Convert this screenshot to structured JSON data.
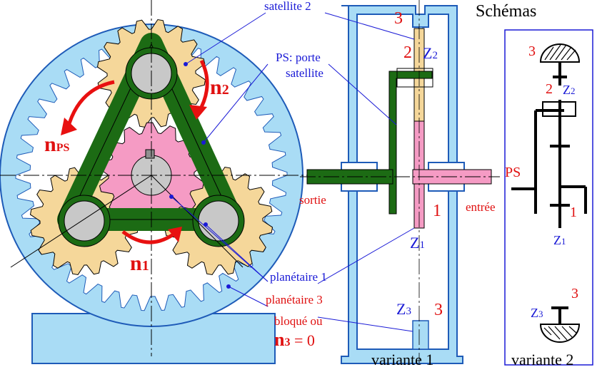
{
  "labels": {
    "satellite_2": "satellite 2",
    "ps_porte": "PS: porte",
    "ps_satellite": "satellite",
    "schemas": "Schémas",
    "n2": "n",
    "n2_sub": "2",
    "nps": "n",
    "nps_sub": "PS",
    "n1": "n",
    "n1_sub": "1",
    "sortie": "sortie",
    "entree": "entrée",
    "ps": "PS",
    "num_3_top": "3",
    "num_2_mid": "2",
    "z2": "Z",
    "z2_sub": "2",
    "num_1": "1",
    "z1": "Z",
    "z1_sub": "1",
    "z3": "Z",
    "z3_sub": "3",
    "num_3_bottom": "3",
    "planetaire_1": "planétaire 1",
    "planetaire_3": "planétaire 3",
    "bloque_ou": "bloqué ou",
    "n3": "n",
    "n3_sub": "3",
    "n3_eq": " = 0",
    "variante_1": "variante 1",
    "variante_2": "variante 2",
    "v2_3_top": "3",
    "v2_2": "2",
    "v2_z2": "Z",
    "v2_z2_sub": "2",
    "v2_1": "1",
    "v2_z1": "Z",
    "v2_z1_sub": "1",
    "v2_z3": "Z",
    "v2_z3_sub": "3",
    "v2_3_bottom": "3"
  },
  "colors": {
    "ring_fill": "#a9dcf5",
    "outline": "#1e5bb8",
    "carrier": "#1c6b14",
    "satellite": "#f5d79a",
    "sun": "#f59bc4",
    "hub": "#c8c8c8",
    "label_blue": "#1a1ad6",
    "label_red": "#e01010",
    "arrow_red": "#e81010"
  },
  "icons": [
    "rotation-arrow-icon",
    "fixed-ground-icon"
  ]
}
